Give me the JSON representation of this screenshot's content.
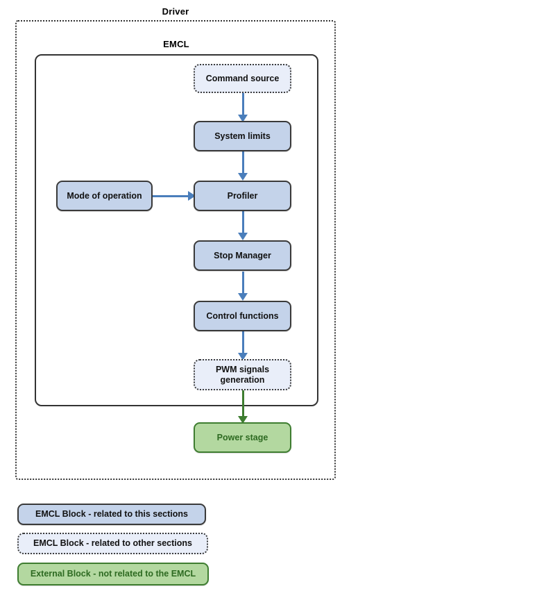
{
  "diagram": {
    "containers": [
      {
        "name": "driver",
        "title": "Driver",
        "style": "dotted"
      },
      {
        "name": "emcl",
        "title": "EMCL",
        "style": "solid"
      }
    ],
    "nodes": [
      {
        "key": "command_source",
        "label": "Command source",
        "style": "dotted-blue"
      },
      {
        "key": "system_limits",
        "label": "System limits",
        "style": "solid-blue"
      },
      {
        "key": "mode_of_operation",
        "label": "Mode of operation",
        "style": "solid-blue"
      },
      {
        "key": "profiler",
        "label": "Profiler",
        "style": "solid-blue"
      },
      {
        "key": "stop_manager",
        "label": "Stop Manager",
        "style": "solid-blue"
      },
      {
        "key": "control_functions",
        "label": "Control functions",
        "style": "solid-blue"
      },
      {
        "key": "pwm_line1",
        "label": "PWM signals",
        "style": "dotted-blue"
      },
      {
        "key": "pwm_line2",
        "label": "generation",
        "style": "dotted-blue"
      },
      {
        "key": "power_stage",
        "label": "Power stage",
        "style": "solid-green"
      }
    ],
    "edges": [
      {
        "from": "command_source",
        "to": "system_limits",
        "color": "blue",
        "direction": "down"
      },
      {
        "from": "system_limits",
        "to": "profiler",
        "color": "blue",
        "direction": "down"
      },
      {
        "from": "mode_of_operation",
        "to": "profiler",
        "color": "blue",
        "direction": "right"
      },
      {
        "from": "profiler",
        "to": "stop_manager",
        "color": "blue",
        "direction": "down"
      },
      {
        "from": "stop_manager",
        "to": "control_functions",
        "color": "blue",
        "direction": "down"
      },
      {
        "from": "control_functions",
        "to": "pwm_signals",
        "color": "blue",
        "direction": "down"
      },
      {
        "from": "pwm_signals",
        "to": "power_stage",
        "color": "green",
        "direction": "down"
      }
    ],
    "legend": [
      {
        "key": "legend_this",
        "label": "EMCL Block - related to this sections",
        "style": "solid-blue"
      },
      {
        "key": "legend_other",
        "label": "EMCL Block - related to other sections",
        "style": "dotted-blue"
      },
      {
        "key": "legend_external",
        "label": "External Block - not related to the EMCL",
        "style": "solid-green"
      }
    ],
    "colors": {
      "block_fill_solid": "#c4d3ea",
      "block_fill_dotted": "#e9eef9",
      "block_border": "#3a3a3a",
      "arrow_blue": "#4a7ebb",
      "external_fill": "#b3d8a0",
      "external_border": "#3e7d30",
      "external_text": "#2d6a21"
    }
  }
}
